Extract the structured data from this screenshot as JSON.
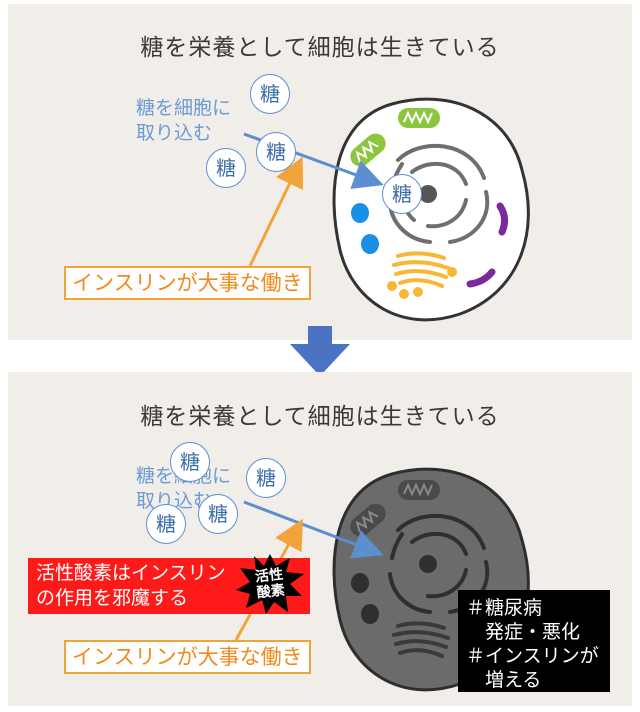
{
  "top_panel": {
    "title": "糖を栄養として細胞は生きている",
    "note_line1": "糖を細胞に",
    "note_line2": "取り込む",
    "sugar_labels": [
      "糖",
      "糖",
      "糖",
      "糖"
    ],
    "insulin_label": "インスリンが大事な働き"
  },
  "bottom_panel": {
    "title": "糖を栄養として細胞は生きている",
    "note_line1": "糖を細胞に",
    "note_line2": "取り込む",
    "sugar_labels": [
      "糖",
      "糖",
      "糖",
      "糖"
    ],
    "insulin_label": "インスリンが大事な働き",
    "ros_line1": "活性酸素はインスリン",
    "ros_line2": "の作用を邪魔する",
    "ros_badge_line1": "活性",
    "ros_badge_line2": "酸素",
    "tags": [
      "＃糖尿病",
      "　発症・悪化",
      "＃インスリンが",
      "　増える"
    ]
  },
  "colors": {
    "panel_bg": "#f1ede9",
    "sugar_blue": "#5b8fcf",
    "note_blue": "#6a9bd4",
    "insulin_orange": "#f2a33a",
    "arrow_blue": "#4a73c4",
    "ros_red": "#ff1a1a",
    "mito_green": "#8cc63f",
    "golgi_orange": "#f7b733",
    "vesicle_blue": "#1a8fe6",
    "lysosome_purple": "#7a2a9a",
    "dark_cell_gray": "#6b6b6b"
  }
}
